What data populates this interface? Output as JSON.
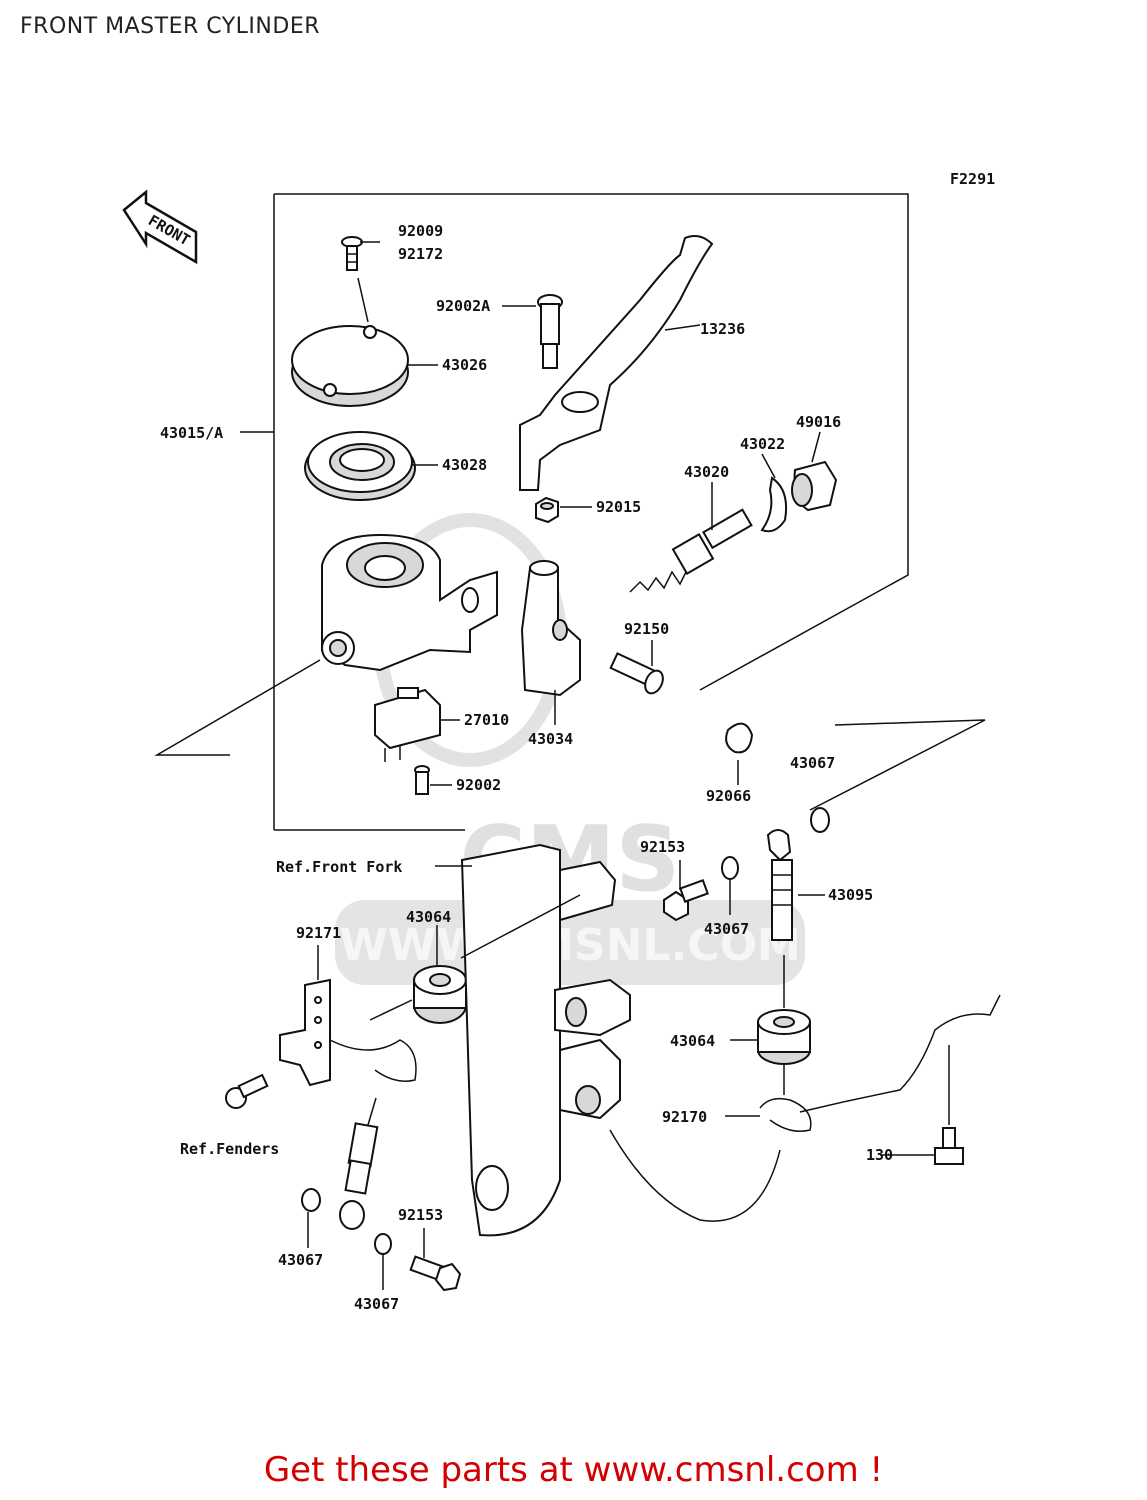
{
  "page": {
    "title": "FRONT MASTER CYLINDER"
  },
  "diagram": {
    "figure_code": "F2291",
    "front_arrow": "FRONT",
    "watermark": {
      "logo": "CMS",
      "url": "WWW.CMSNL.COM"
    },
    "ref_labels": [
      "Ref.Front Fork",
      "Ref.Fenders"
    ],
    "parts": [
      {
        "id": "92009"
      },
      {
        "id": "92172"
      },
      {
        "id": "92002A"
      },
      {
        "id": "13236"
      },
      {
        "id": "43026"
      },
      {
        "id": "43015/A"
      },
      {
        "id": "43028"
      },
      {
        "id": "49016"
      },
      {
        "id": "43022"
      },
      {
        "id": "43020"
      },
      {
        "id": "92015"
      },
      {
        "id": "92150"
      },
      {
        "id": "27010"
      },
      {
        "id": "43034"
      },
      {
        "id": "92002"
      },
      {
        "id": "92066"
      },
      {
        "id": "43067"
      },
      {
        "id": "92153"
      },
      {
        "id": "43095"
      },
      {
        "id": "43064"
      },
      {
        "id": "43067"
      },
      {
        "id": "92171"
      },
      {
        "id": "43064"
      },
      {
        "id": "92170"
      },
      {
        "id": "130"
      },
      {
        "id": "43067"
      },
      {
        "id": "92153"
      },
      {
        "id": "43067"
      }
    ]
  },
  "footer": {
    "cta": "Get these parts at www.cmsnl.com !"
  }
}
